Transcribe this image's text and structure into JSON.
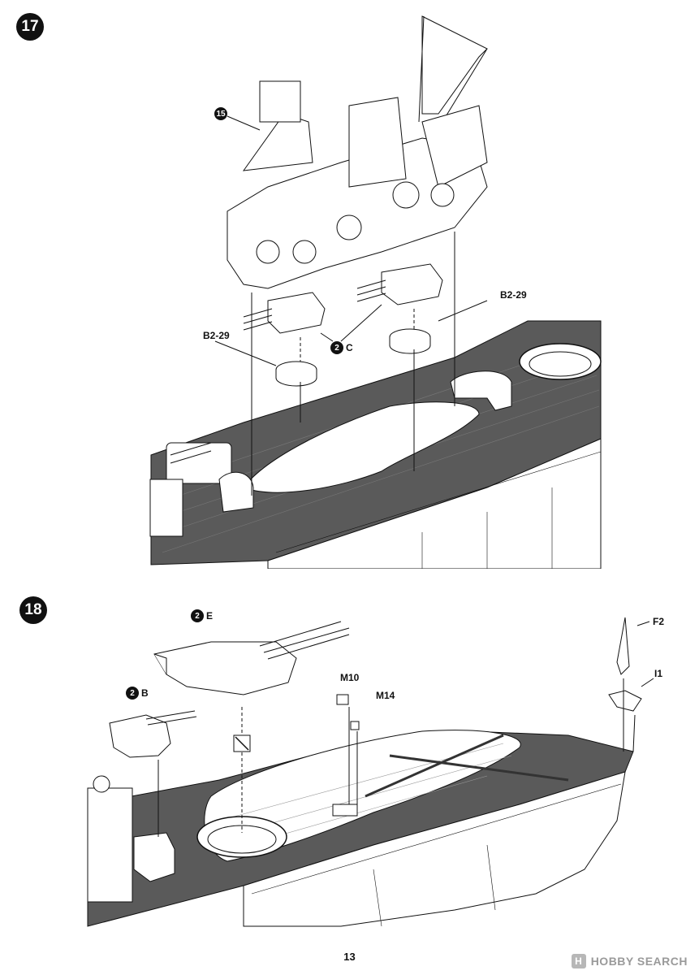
{
  "steps": [
    {
      "number": "17",
      "callouts": {
        "sub_assembly": "15",
        "turret_label": "C",
        "turret_part_number": "2",
        "part_left": "B2-29",
        "part_right": "B2-29"
      }
    },
    {
      "number": "18",
      "callouts": {
        "turret_e_number": "2",
        "turret_e_label": "E",
        "turret_b_number": "2",
        "turret_b_label": "B",
        "m10": "M10",
        "m14": "M14",
        "f2": "F2",
        "i1": "I1"
      }
    }
  ],
  "page_number": "13",
  "watermark": "HOBBY SEARCH",
  "colors": {
    "ink": "#111111",
    "deck": "#5a5a5a",
    "paper": "#ffffff"
  }
}
